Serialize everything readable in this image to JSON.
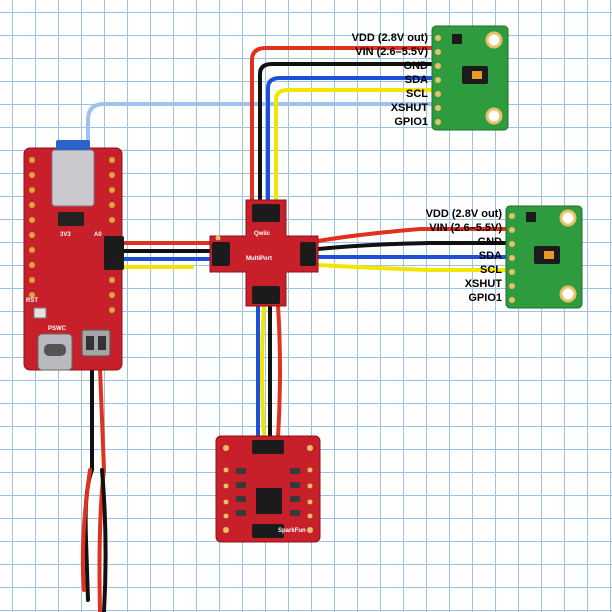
{
  "colors": {
    "wire_red": "#e0301e",
    "wire_black": "#111111",
    "wire_blue": "#1e4fd8",
    "wire_yellow": "#f2e600",
    "wire_lightblue": "#9fc3ee",
    "board_red": "#c8202a",
    "sensor_green": "#2e9b3e",
    "grid": "#9cc3e3"
  },
  "sensor_top": {
    "pins": [
      "VDD (2.8V out)",
      "VIN (2.6–5.5V)",
      "GND",
      "SDA",
      "SCL",
      "XSHUT",
      "GPIO1"
    ]
  },
  "sensor_right": {
    "pins": [
      "VDD (2.8V out)",
      "VIN (2.6–5.5V)",
      "GND",
      "SDA",
      "SCL",
      "XSHUT",
      "GPIO1"
    ]
  },
  "microcontroller": {
    "labels": [
      "RST",
      "PSWC",
      "3V3",
      "A0"
    ]
  },
  "multiport": {
    "label": "MultiPort",
    "qwiic": "Qwiic"
  },
  "bottom_board": {
    "label": "SparkFun"
  }
}
